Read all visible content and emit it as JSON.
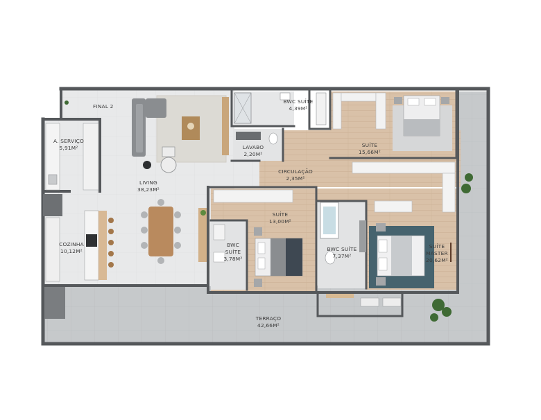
{
  "rooms": {
    "final": "FINAL 2",
    "servico": {
      "name": "A. SERVIÇO",
      "area": "5,91M²"
    },
    "lavabo": {
      "name": "LAVABO",
      "area": "2,20M²"
    },
    "bwc_suite_top": {
      "name": "BWC SUÍTE",
      "area": "4,39M²"
    },
    "suite_top": {
      "name": "SUÍTE",
      "area": "15,66M²"
    },
    "circulacao": {
      "name": "CIRCULAÇÃO",
      "area": "2,35M²"
    },
    "living": {
      "name": "LIVING",
      "area": "38,23M²"
    },
    "cozinha": {
      "name": "COZINHA",
      "area": "10,12M²"
    },
    "suite_mid": {
      "name": "SUÍTE",
      "area": "13,00M²"
    },
    "bwc_suite_left": {
      "name1": "BWC",
      "name2": "SUÍTE",
      "area": "3,78M²"
    },
    "bwc_suite_right": {
      "name": "BWC SUÍTE",
      "area": "7,37M²"
    },
    "suite_master": {
      "name1": "SUÍTE",
      "name2": "MASTER",
      "area": "20,62M²"
    },
    "terraco": {
      "name": "TERRAÇO",
      "area": "42,66M²"
    }
  },
  "colors": {
    "wall": "#55585b",
    "floor_tile": "#e9eaeb",
    "floor_wood": "#d8bfa6",
    "terrace": "#c5c8ca",
    "rug_blue": "#46636e",
    "sofa": "#8a8d90",
    "plant": "#3f6a34"
  }
}
